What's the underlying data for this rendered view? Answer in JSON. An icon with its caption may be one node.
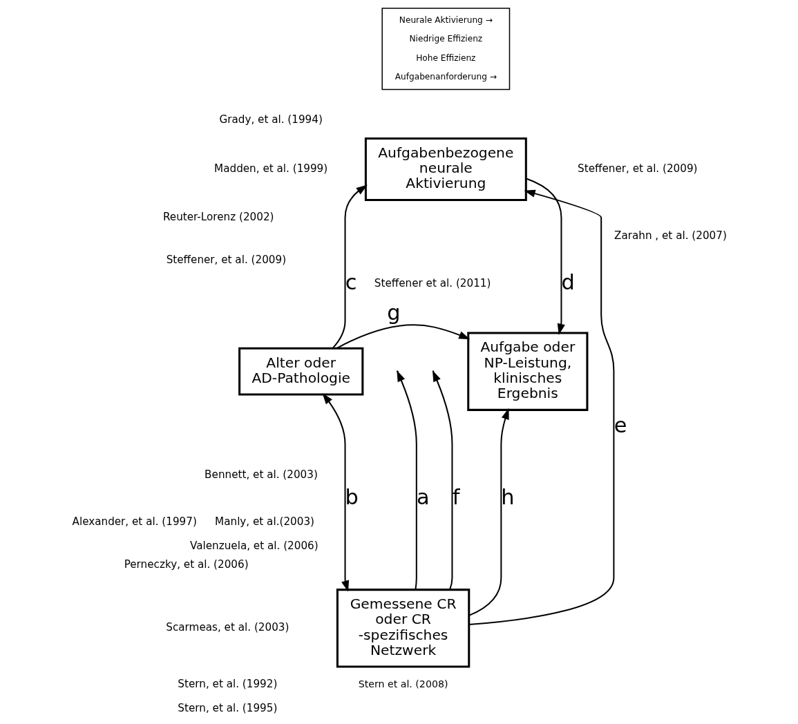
{
  "diagram": {
    "nodes": [
      {
        "text": [
          "Neurale Aktivierung →",
          "Niedrige Effizienz",
          "Hohe Effizienz",
          "Aufgabenanforderung →"
        ]
      },
      {
        "text": [
          "Aufgabenbezogene neurale Aktivierung"
        ]
      },
      {
        "text": [
          "Alter oder AD-Pathologie"
        ]
      },
      {
        "text": [
          "Aufgabe oder NP-Leistung, klinisches Ergebnis"
        ]
      },
      {
        "text": [
          "Gemessene CR oder CR -spezifisches Netzwerk"
        ],
        "beside": [
          "Stern et al. (2008)"
        ]
      }
    ],
    "edges": [
      {
        "from": 2,
        "to": 1,
        "arrow": "to",
        "label": "c"
      },
      {
        "from": 1,
        "to": 3,
        "arrow": "to",
        "label": "d"
      },
      {
        "from": 4,
        "to": 1,
        "arrow": "to",
        "label": "e"
      },
      {
        "from": 4,
        "to": null,
        "arrow": "to",
        "label": "f"
      },
      {
        "from": 2,
        "to": 3,
        "arrow": "to",
        "label": "g"
      },
      {
        "from": 4,
        "to": null,
        "arrow": "to",
        "label": "a"
      },
      {
        "from": 2,
        "to": 4,
        "arrow": "both",
        "label": "b"
      },
      {
        "from": 4,
        "to": 3,
        "arrow": "to",
        "label": "h"
      }
    ],
    "labels": [
      "Grady, et al. (1994)",
      "Madden, et al. (1999)",
      "Reuter-Lorenz (2002)",
      "Steffener, et al. (2009)",
      "Steffener, et al. (2009)",
      "Zarahn , et al. (2007)",
      "Steffener et al. (2011)",
      "Bennett, et al. (2003)",
      "Manly, et al.(2003)",
      "Valenzuela, et al. (2006)",
      "Alexander, et al. (1997)",
      "Perneczky, et al. (2006)",
      "Scarmeas, et al. (2003)",
      "Stern, et al. (1992)",
      "Stern, et al. (1995)"
    ]
  }
}
